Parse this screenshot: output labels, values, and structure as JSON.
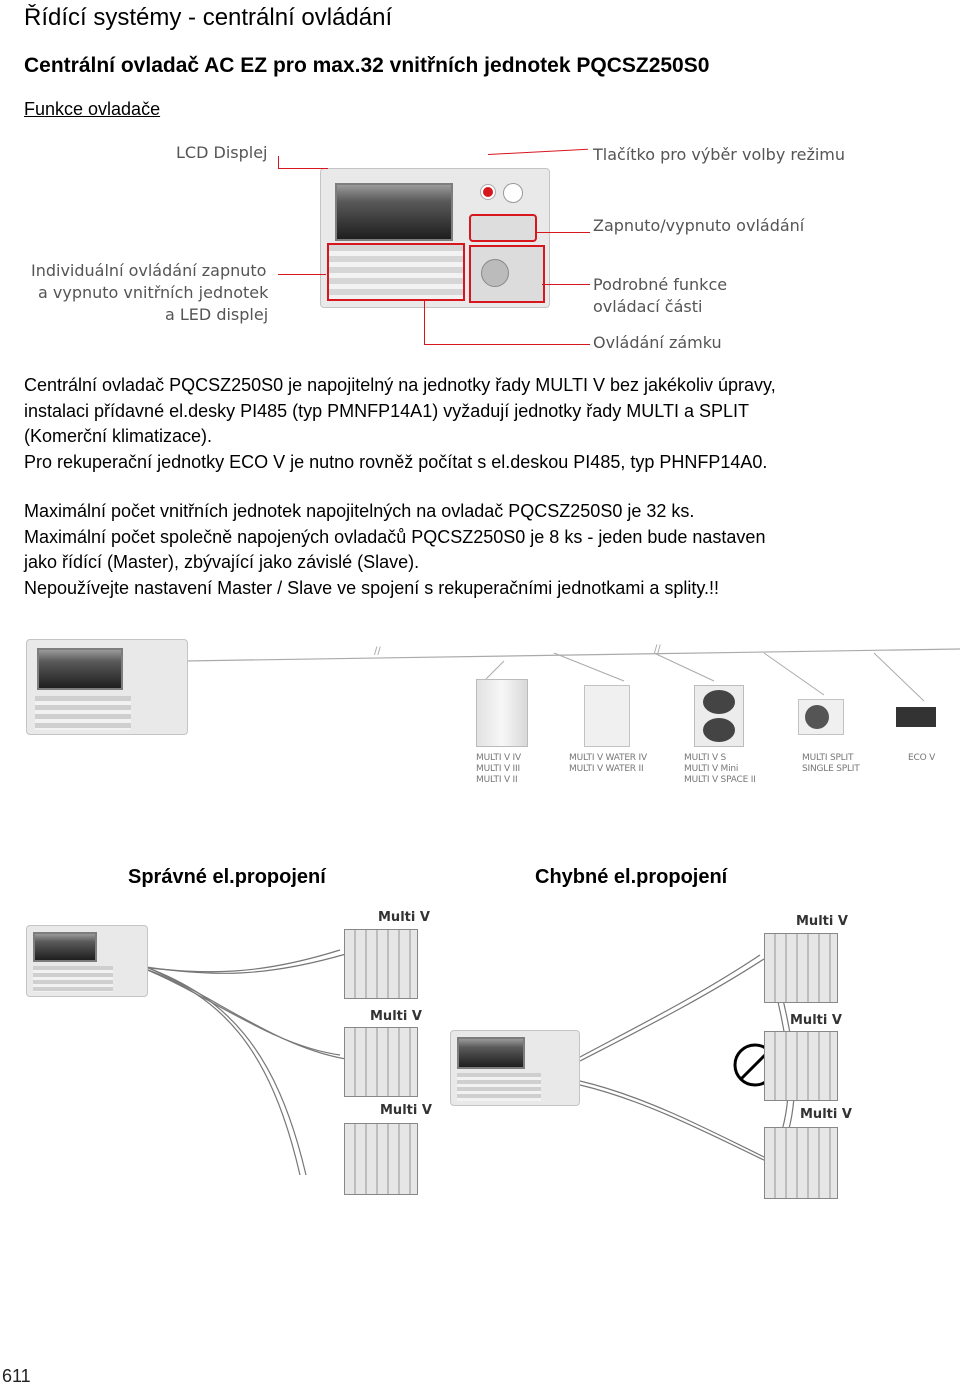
{
  "header": {
    "title": "Řídící systémy - centrální ovládání",
    "subtitle": "Centrální ovladač AC EZ pro max.32 vnitřních jednotek PQCSZ250S0",
    "section": "Funkce ovladače"
  },
  "callouts": {
    "lcd": "LCD Displej",
    "mode": "Tlačítko pro výběr volby režimu",
    "power": "Zapnuto/vypnuto ovládání",
    "individual": [
      "Individuální ovládání zapnuto",
      "a vypnuto vnitřních jednotek",
      "a LED displej"
    ],
    "detailed": [
      "Podrobné funkce",
      "ovládací části"
    ],
    "lock": "Ovládání zámku"
  },
  "paragraph1": [
    "Centrální ovladač PQCSZ250S0 je napojitelný na jednotky řady MULTI V bez jakékoliv úpravy,",
    "instalaci přídavné el.desky PI485 (typ PMNFP14A1) vyžadují jednotky řady MULTI a SPLIT",
    "(Komerční klimatizace).",
    "Pro rekuperační jednotky ECO V je nutno rovněž počítat s el.deskou PI485, typ PHNFP14A0."
  ],
  "paragraph2": [
    "Maximální počet vnitřních jednotek napojitelných na ovladač PQCSZ250S0 je 32 ks.",
    "Maximální počet společně napojených ovladačů PQCSZ250S0 je 8 ks - jeden bude nastaven",
    "jako řídící (Master), zbývající jako závislé (Slave).",
    "Nepoužívejte nastavení Master / Slave ve spojení s rekuperačními jednotkami a splity.!!"
  ],
  "units": [
    {
      "lines": [
        "MULTI V IV",
        "MULTI V III",
        "MULTI V II"
      ]
    },
    {
      "lines": [
        "MULTI V WATER IV",
        "MULTI V WATER II"
      ]
    },
    {
      "lines": [
        "MULTI V S",
        "MULTI V Mini",
        "MULTI V SPACE II"
      ]
    },
    {
      "lines": [
        "MULTI SPLIT",
        "SINGLE SPLIT"
      ]
    },
    {
      "lines": [
        "ECO V"
      ]
    }
  ],
  "wiring": {
    "correct": "Správné el.propojení",
    "wrong": "Chybné el.propojení",
    "unit_name": "Multi V"
  },
  "page_number": "611",
  "colors": {
    "callout_red": "#d8161d",
    "text": "#000000"
  }
}
